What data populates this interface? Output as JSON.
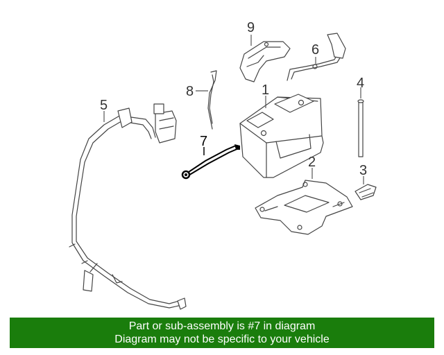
{
  "diagram": {
    "callouts": [
      {
        "id": "1",
        "label": "1"
      },
      {
        "id": "2",
        "label": "2"
      },
      {
        "id": "3",
        "label": "3"
      },
      {
        "id": "4",
        "label": "4"
      },
      {
        "id": "5",
        "label": "5"
      },
      {
        "id": "6",
        "label": "6"
      },
      {
        "id": "7",
        "label": "7"
      },
      {
        "id": "8",
        "label": "8"
      },
      {
        "id": "9",
        "label": "9"
      }
    ],
    "highlighted_part": "7",
    "colors": {
      "banner": "#1a7d0c",
      "banner_text": "#ffffff",
      "line_art": "#444444",
      "highlight": "#000000"
    }
  },
  "banner": {
    "line1": "Part or sub-assembly is #7 in diagram",
    "line2": "Diagram may not be specific to your vehicle"
  }
}
